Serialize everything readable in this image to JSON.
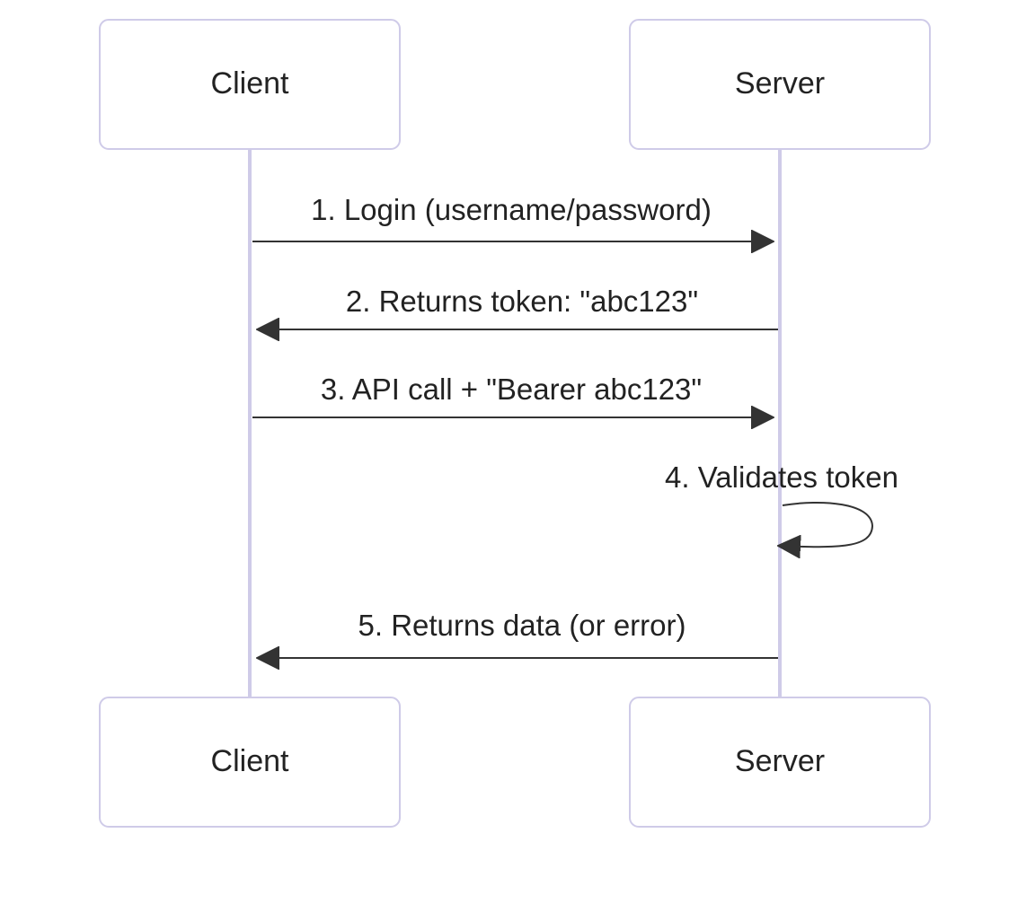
{
  "actors": [
    {
      "id": "client",
      "label": "Client"
    },
    {
      "id": "server",
      "label": "Server"
    }
  ],
  "messages": [
    {
      "from": "client",
      "to": "server",
      "label": "1. Login (username/password)"
    },
    {
      "from": "server",
      "to": "client",
      "label": "2. Returns token: \"abc123\""
    },
    {
      "from": "client",
      "to": "server",
      "label": "3. API call + \"Bearer abc123\""
    },
    {
      "from": "server",
      "to": "server",
      "label": "4. Validates token"
    },
    {
      "from": "server",
      "to": "client",
      "label": "5. Returns data (or error)"
    }
  ],
  "colors": {
    "actor_border": "#cfcbe8",
    "lifeline": "#cfcbe8",
    "arrow": "#333333",
    "text": "#222222"
  }
}
